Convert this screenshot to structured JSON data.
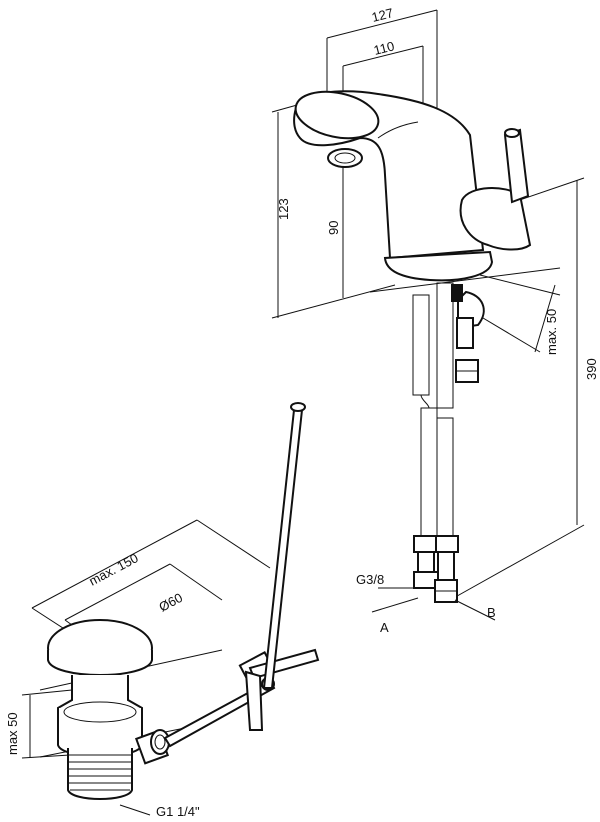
{
  "dimensions": {
    "faucet_width_total": "127",
    "spout_reach": "110",
    "faucet_height": "123",
    "spout_outlet_height": "90",
    "max_deck_thickness_faucet": "max. 50",
    "overall_length": "390",
    "drain_lever_max": "max. 150",
    "drain_diameter": "Ø60",
    "max_deck_thickness_drain": "max 50",
    "hose_thread": "G3/8",
    "drain_thread": "G1 1/4\""
  },
  "connections": {
    "inlet_a": "A",
    "inlet_b": "B"
  }
}
